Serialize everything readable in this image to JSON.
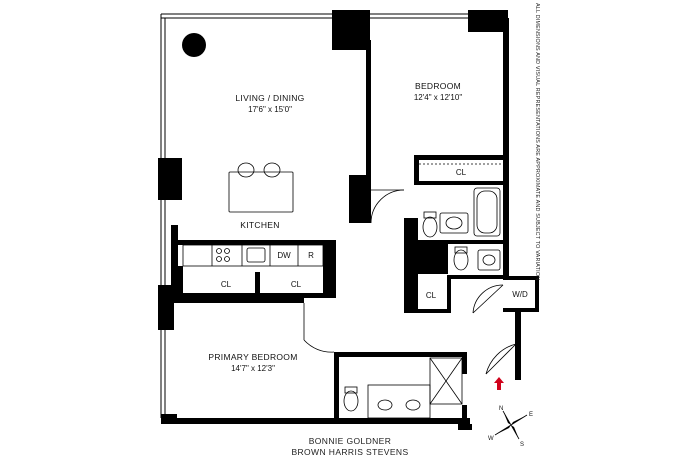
{
  "rooms": {
    "living_dining": {
      "name": "LIVING / DINING",
      "size": "17'6\" x 15'0\""
    },
    "bedroom": {
      "name": "BEDROOM",
      "size": "12'4\" x 12'10\""
    },
    "kitchen": {
      "name": "KITCHEN"
    },
    "primary_bedroom": {
      "name": "PRIMARY BEDROOM",
      "size": "14'7\" x 12'3\""
    }
  },
  "closets": {
    "bedroom": "CL",
    "hall": "CL",
    "kitchen_left": "CL",
    "kitchen_right": "CL"
  },
  "appliances": {
    "dishwasher": "DW",
    "refrigerator": "R",
    "washer_dryer": "W/D"
  },
  "disclaimer": "ALL DIMENSIONS AND VISUAL REPRESENTATIONS ARE APPROXIMATE AND SUBJECT TO VARIATION",
  "credits": {
    "agent": "BONNIE GOLDNER",
    "brokerage": "BROWN HARRIS STEVENS"
  },
  "compass": {
    "n": "N",
    "s": "S",
    "e": "E",
    "w": "W"
  },
  "colors": {
    "wall": "#000000",
    "entry_arrow": "#d0021b"
  }
}
